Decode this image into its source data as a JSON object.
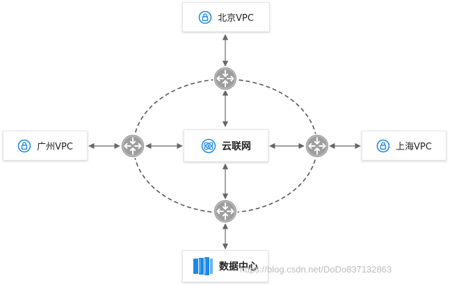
{
  "nodes": {
    "beijing": "北京VPC",
    "guangzhou": "广州VPC",
    "shanghai": "上海VPC",
    "ccn": "云联网",
    "datacenter": "数据中心"
  },
  "watermark": "https://blog.csdn.net/DoDo837132863",
  "colors": {
    "accent": "#1e88e5",
    "router_fill": "#9e9e9e",
    "ring_line": "#555555",
    "arrow": "#666666"
  }
}
